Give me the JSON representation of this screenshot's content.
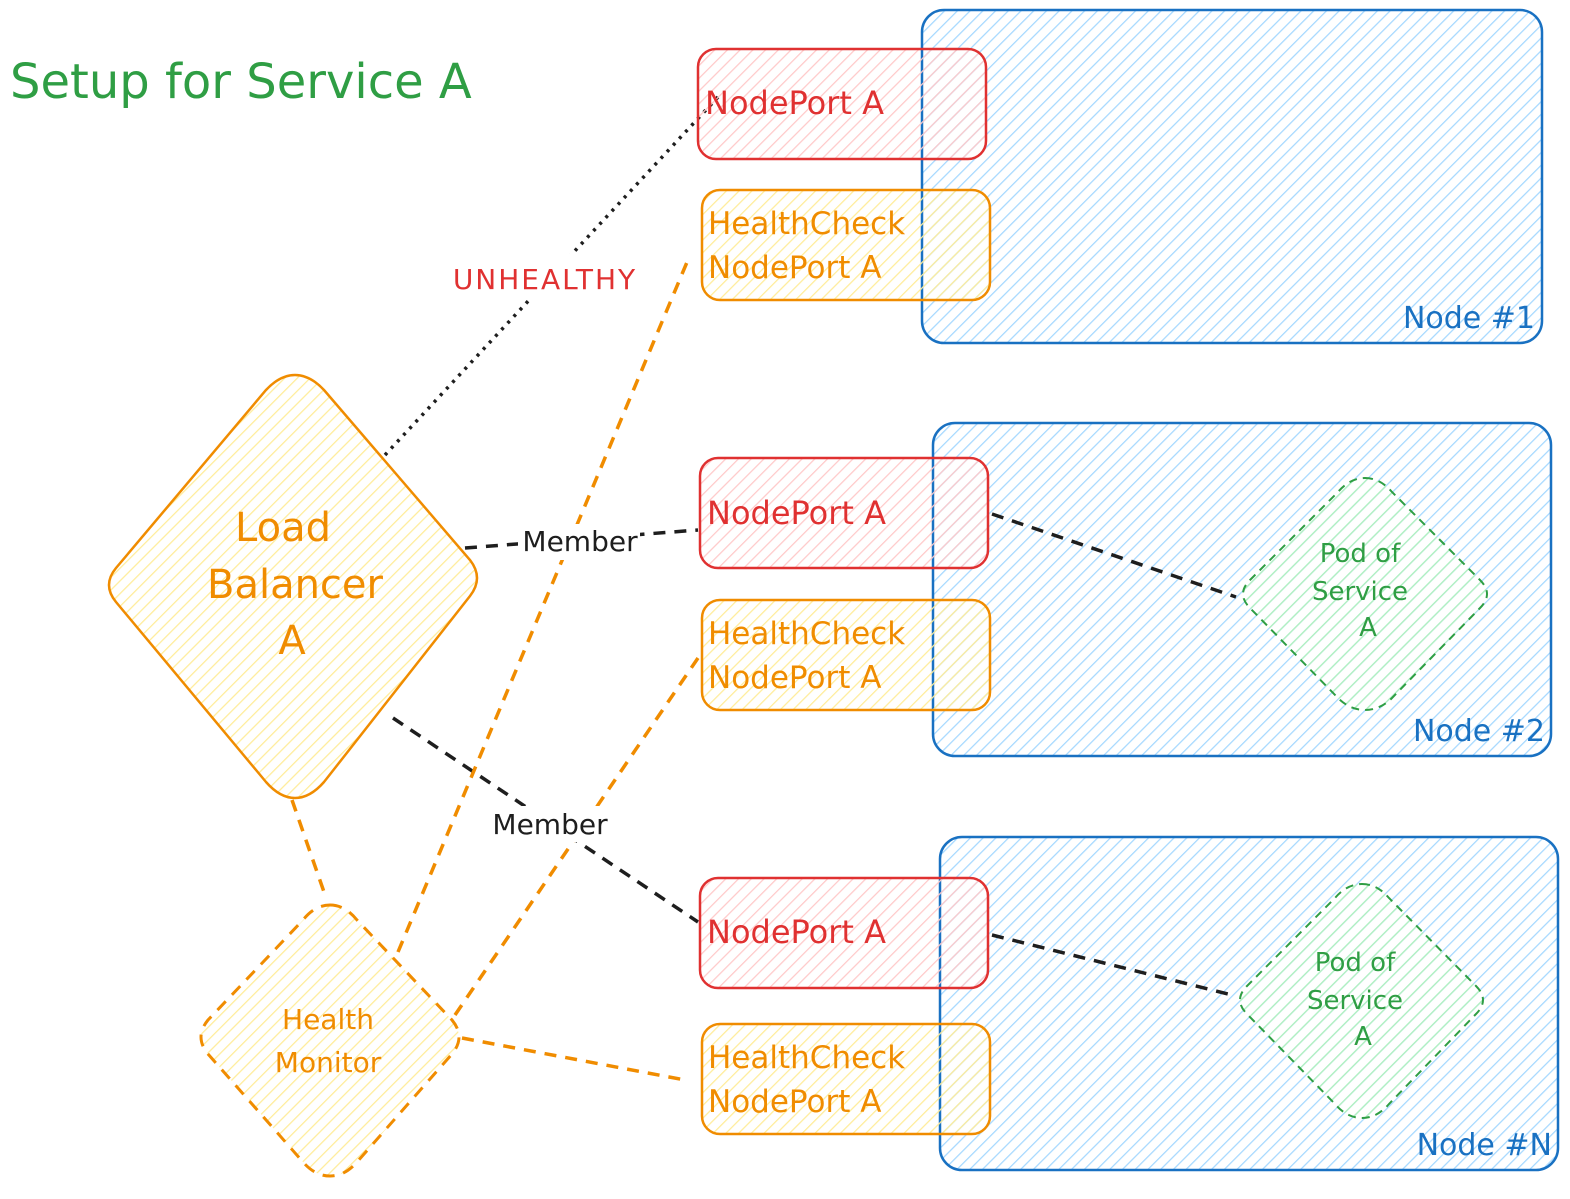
{
  "title": "Setup for Service A",
  "nodes": [
    {
      "label": "Node #1"
    },
    {
      "label": "Node #2"
    },
    {
      "label": "Node #N"
    }
  ],
  "nodeport_label": "NodePort A",
  "healthcheck": {
    "line1": "HealthCheck",
    "line2": "NodePort A"
  },
  "pod": {
    "line1": "Pod of",
    "line2": "Service",
    "line3": "A"
  },
  "load_balancer": {
    "line1": "Load",
    "line2": "Balancer",
    "line3": "A"
  },
  "health_monitor": {
    "line1": "Health",
    "line2": "Monitor"
  },
  "edges": {
    "unhealthy": "UNHEALTHY",
    "member_2": "Member",
    "member_n": "Member"
  },
  "colors": {
    "title": "#2f9e44",
    "node": "#1971c2",
    "node_fill": "#a5d8ff",
    "nodeport": "#e03131",
    "nodeport_fill": "#ffc9c9",
    "healthcheck": "#f08c00",
    "healthcheck_fill": "#ffec99",
    "pod": "#2f9e44",
    "pod_fill": "#b2f2bb",
    "member_line": "#1e1e1e"
  }
}
